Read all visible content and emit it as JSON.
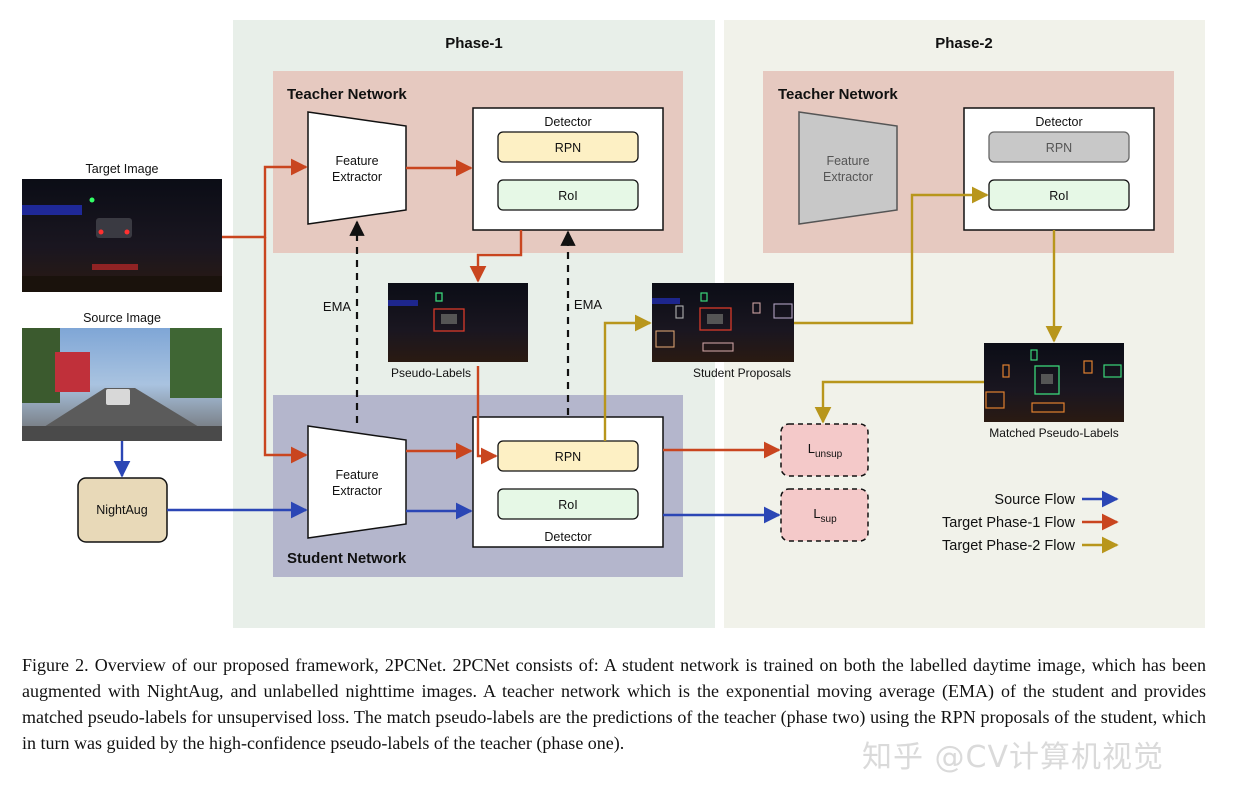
{
  "phases": {
    "phase1": "Phase-1",
    "phase2": "Phase-2"
  },
  "teacher1": {
    "title": "Teacher Network",
    "feature_extractor_line1": "Feature",
    "feature_extractor_line2": "Extractor",
    "detector": "Detector",
    "rpn": "RPN",
    "roi": "RoI"
  },
  "student": {
    "title": "Student Network",
    "feature_extractor_line1": "Feature",
    "feature_extractor_line2": "Extractor",
    "detector": "Detector",
    "rpn": "RPN",
    "roi": "RoI"
  },
  "teacher2": {
    "title": "Teacher Network",
    "feature_extractor_line1": "Feature",
    "feature_extractor_line2": "Extractor",
    "detector": "Detector",
    "rpn": "RPN",
    "roi": "RoI"
  },
  "inputs": {
    "target_image": "Target Image",
    "source_image": "Source Image",
    "nightaug": "NightAug"
  },
  "ema": {
    "left": "EMA",
    "right": "EMA"
  },
  "thumbnails": {
    "pseudo_labels": "Pseudo-Labels",
    "student_proposals": "Student Proposals",
    "matched_pseudo_labels": "Matched Pseudo-Labels"
  },
  "losses": {
    "unsup_main": "L",
    "unsup_sub": "unsup",
    "sup_main": "L",
    "sup_sub": "sup"
  },
  "legend": {
    "source_flow": "Source Flow",
    "target_phase1_flow": "Target Phase-1 Flow",
    "target_phase2_flow": "Target Phase-2 Flow"
  },
  "colors": {
    "source_flow": "#2b46b5",
    "phase1_flow": "#c9451f",
    "phase2_flow": "#b8961c",
    "phase1_bg": "#e8efe9",
    "phase2_bg": "#f1f2ea",
    "teacher_bg": "#e6c9c0",
    "student_bg": "#b4b6cc",
    "rpn_fill": "#fdf0c4",
    "roi_fill": "#e6f8e6",
    "loss_fill": "#f4c9c9",
    "nightaug_fill": "#e8d9b8"
  },
  "caption": "Figure 2. Overview of our proposed framework, 2PCNet. 2PCNet consists of: A student network is trained on both the labelled daytime image, which has been augmented with NightAug, and unlabelled nighttime images. A teacher network which is the exponential moving average (EMA) of the student and provides matched pseudo-labels for unsupervised loss. The match pseudo-labels are the predictions of the teacher (phase two) using the RPN proposals of the student, which in turn was guided by the high-confidence pseudo-labels of the teacher (phase one).",
  "watermark": "知乎 @CV计算机视觉"
}
